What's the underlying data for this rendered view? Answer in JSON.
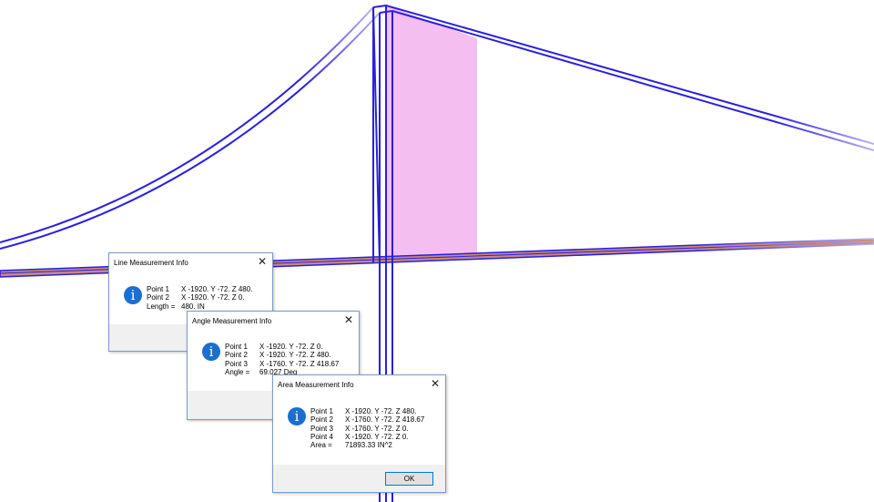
{
  "colors": {
    "structure": "#2a1fe0",
    "deck": "#c98a7a",
    "highlight": "#f3b7f0",
    "info_icon": "#1a6fd0"
  },
  "line_dialog": {
    "title": "Line Measurement Info",
    "rows": [
      {
        "label": "Point 1",
        "value": "X -1920.  Y -72.  Z 480."
      },
      {
        "label": "Point 2",
        "value": "X -1920.  Y -72.  Z 0."
      },
      {
        "label": "Length =",
        "value": "480. IN"
      }
    ]
  },
  "angle_dialog": {
    "title": "Angle Measurement Info",
    "rows": [
      {
        "label": "Point 1",
        "value": "X -1920.  Y -72.  Z 0."
      },
      {
        "label": "Point 2",
        "value": "X -1920.  Y -72.  Z 480."
      },
      {
        "label": "Point 3",
        "value": "X -1760.  Y -72.  Z 418.67"
      },
      {
        "label": "Angle =",
        "value": "69.027 Deg"
      }
    ]
  },
  "area_dialog": {
    "title": "Area Measurement Info",
    "rows": [
      {
        "label": "Point 1",
        "value": "X -1920.  Y -72.  Z 480."
      },
      {
        "label": "Point 2",
        "value": "X -1760.  Y -72.  Z 418.67"
      },
      {
        "label": "Point 3",
        "value": "X -1760.  Y -72.  Z 0."
      },
      {
        "label": "Point 4",
        "value": "X -1920.  Y -72.  Z 0."
      },
      {
        "label": "Area =",
        "value": "71893.33 IN^2"
      }
    ],
    "ok_label": "OK"
  },
  "icons": {
    "info": "i",
    "close": "✕"
  }
}
